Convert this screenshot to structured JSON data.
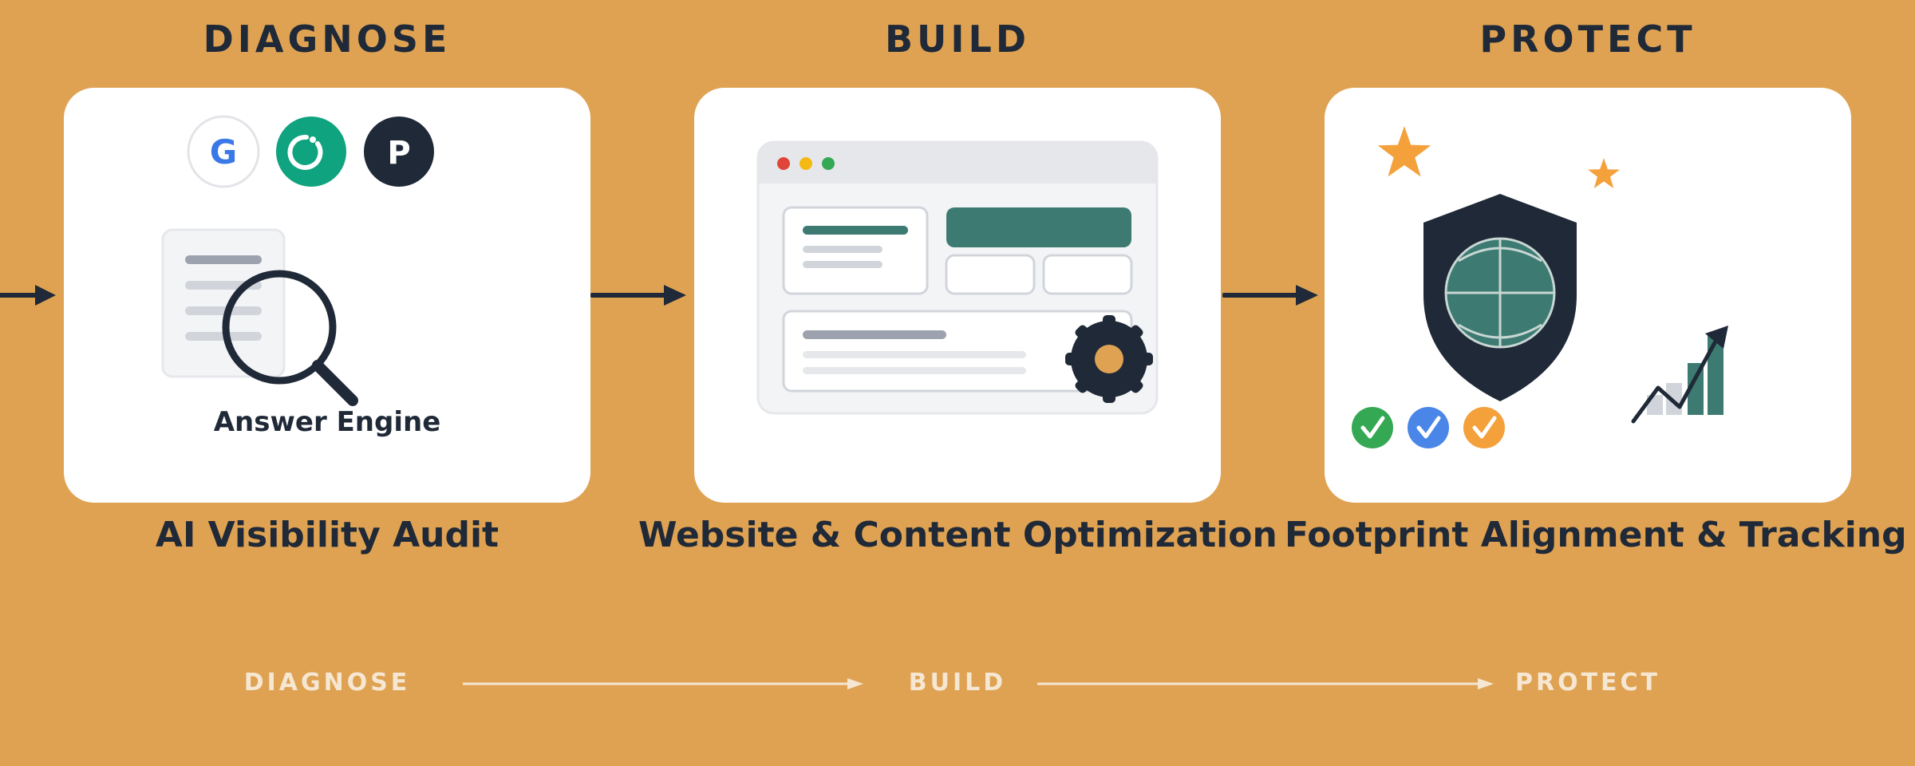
{
  "stages": [
    {
      "title": "DIAGNOSE",
      "caption": "AI Visibility Audit",
      "card_label": "Answer Engine",
      "engine_icons": [
        "G",
        "",
        "P"
      ]
    },
    {
      "title": "BUILD",
      "caption": "Website & Content Optimization"
    },
    {
      "title": "PROTECT",
      "caption": "Footprint Alignment & Tracking"
    }
  ],
  "flow": [
    "DIAGNOSE",
    "BUILD",
    "PROTECT"
  ],
  "colors": {
    "background": "#DFA253",
    "dark": "#1F2937",
    "teal": "#3D7B72",
    "orange": "#F4A13C",
    "green": "#34A853",
    "blue": "#4A86E8",
    "google_blue": "#3B78E7",
    "openai_green": "#10A37F"
  },
  "icons": [
    "search-engine-icons",
    "magnifier-icon",
    "document-icon",
    "browser-window-icon",
    "gear-icon",
    "shield-globe-icon",
    "star-icon",
    "check-icon",
    "trend-chart-icon"
  ]
}
